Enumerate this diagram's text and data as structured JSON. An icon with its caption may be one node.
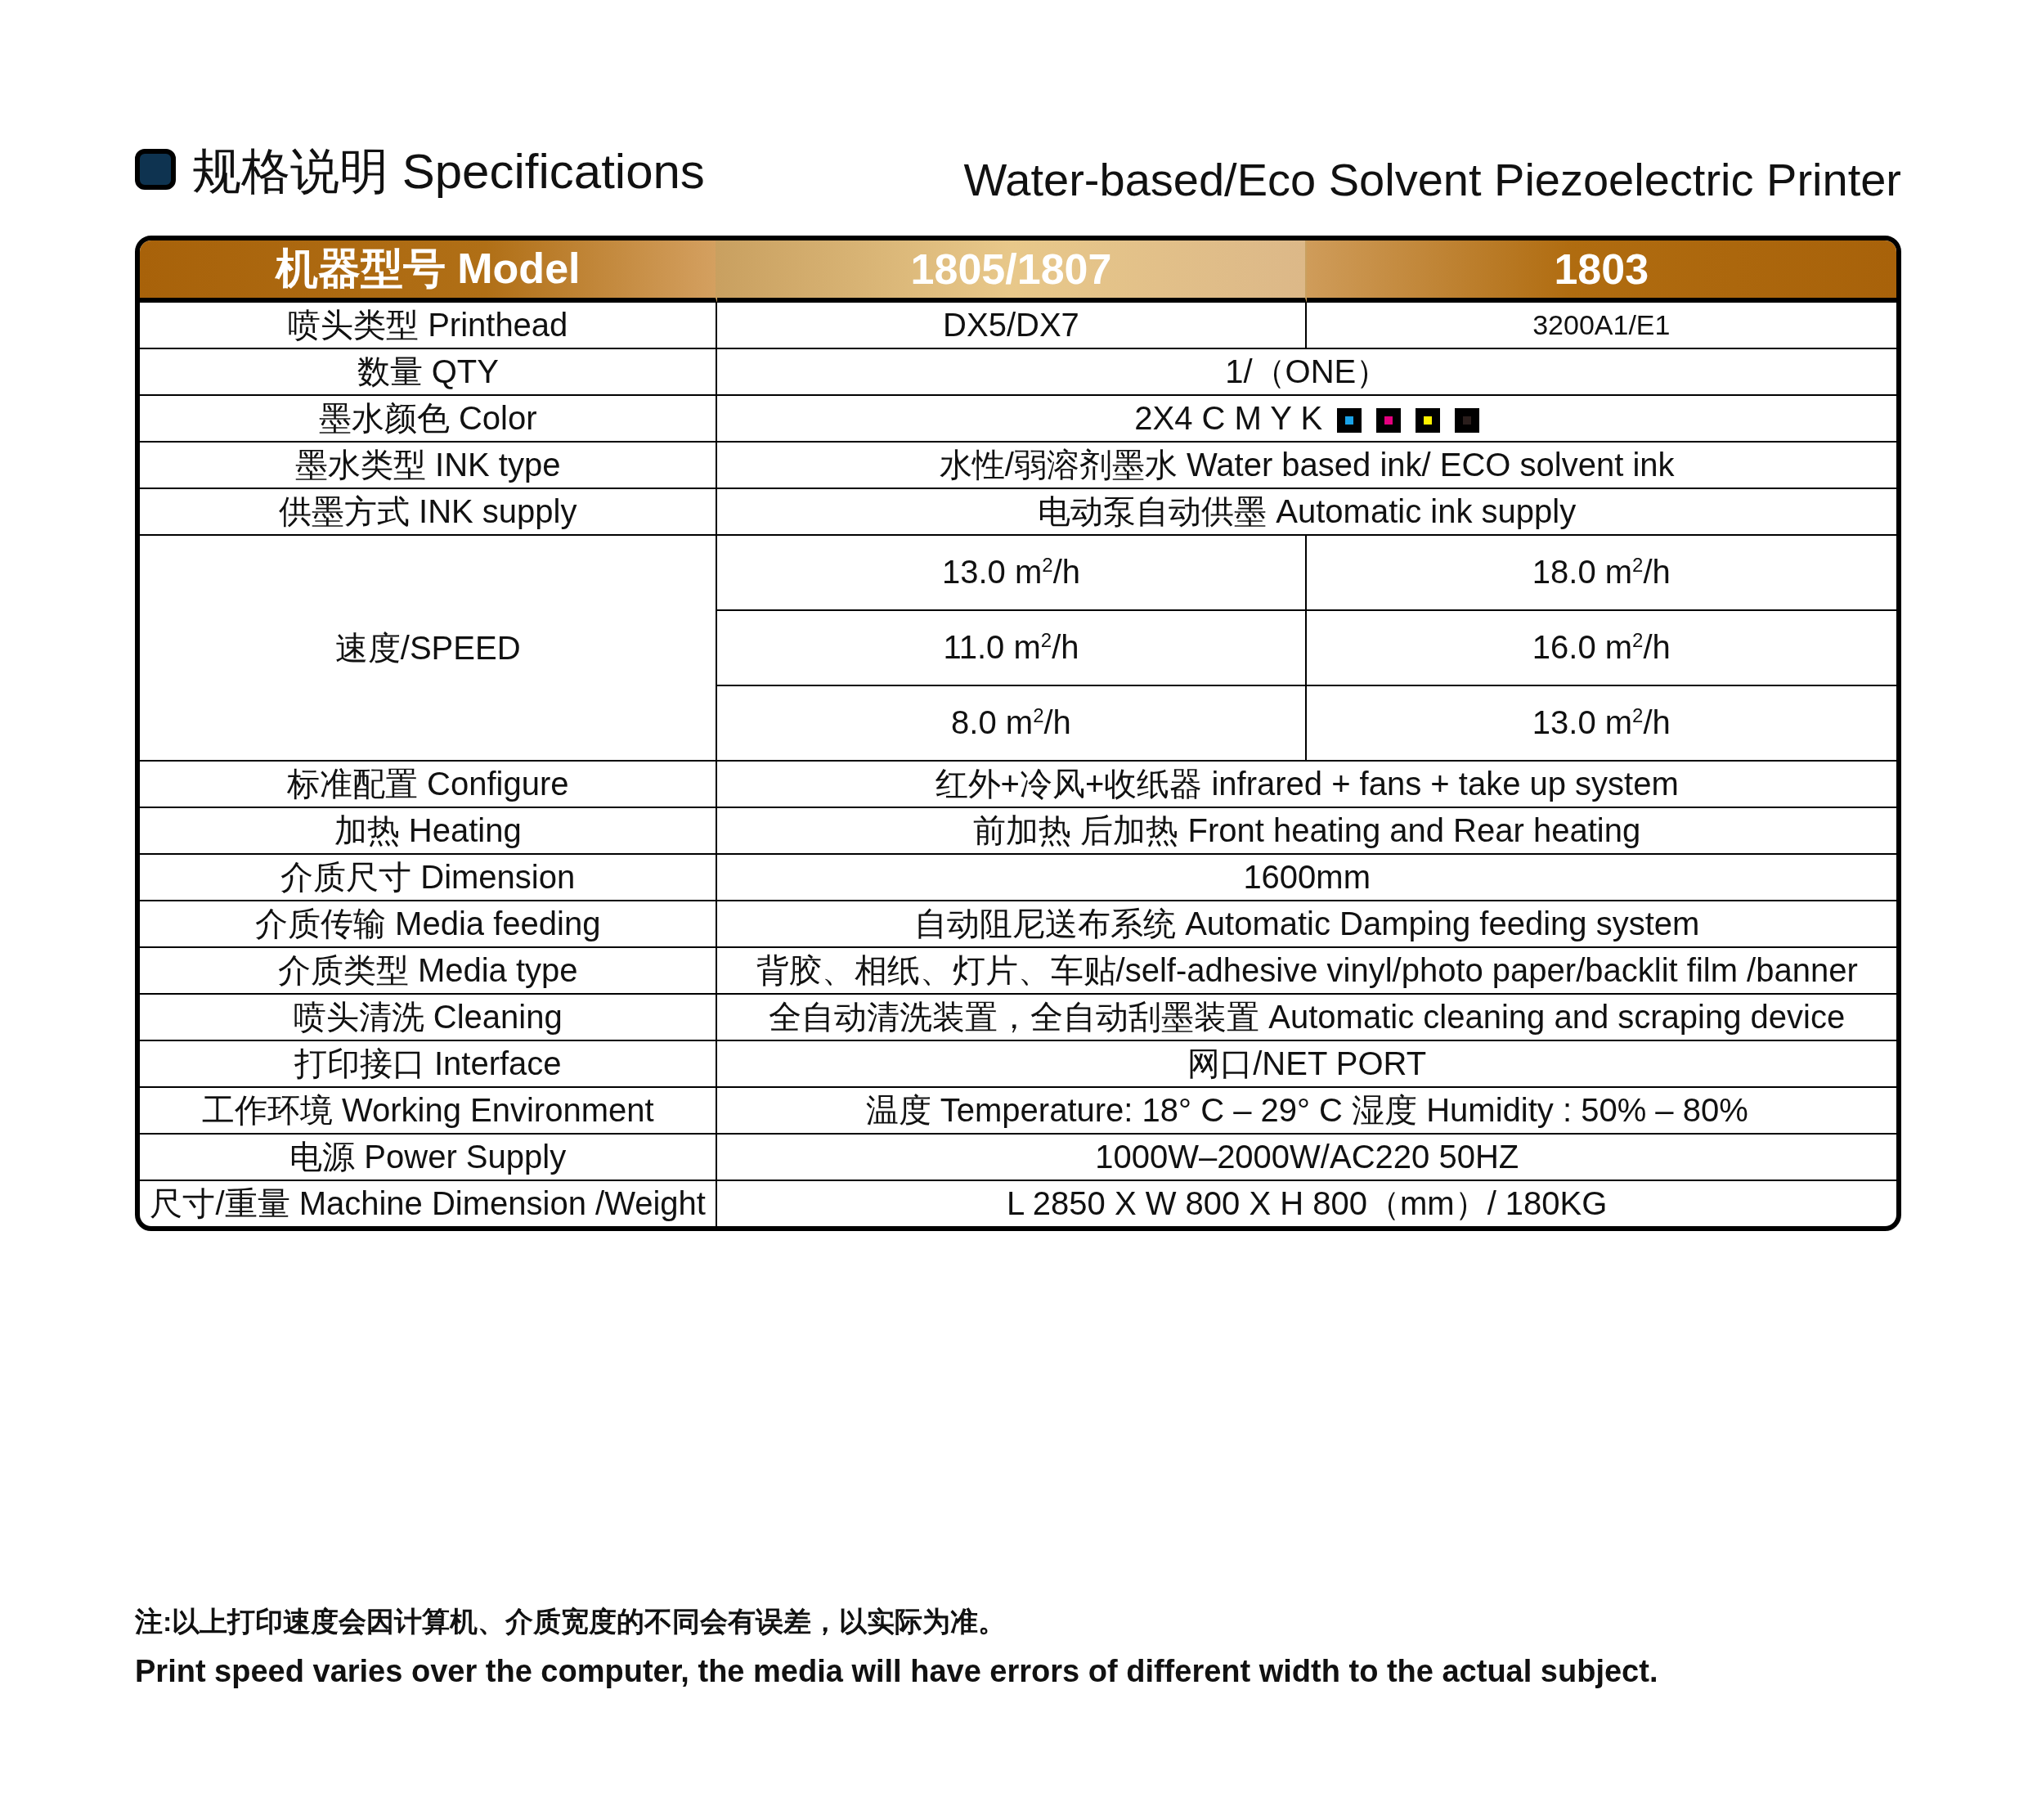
{
  "diagram": {
    "title": "规格说明 Specifications",
    "labels": [
      "Water-based/Eco Solvent Piezoelectric Printer",
      "机器型号 Model",
      "1805/1807",
      "1803",
      "喷头类型 Printhead",
      "DX5/DX7",
      "3200A1/E1",
      "数量 QTY",
      "1/（ONE）",
      "墨水颜色 Color",
      "2X4 C M Y K",
      "墨水类型 INK type",
      "水性/弱溶剂墨水 Water based ink/ ECO solvent ink",
      "供墨方式 INK supply",
      "电动泵自动供墨 Automatic ink supply",
      "速度/SPEED",
      "13.0 m$^{2}$/h",
      "18.0 m$^{2}$/h",
      "11.0 m$^{2}$/h",
      "16.0 m$^{2}$/h",
      "8.0 m$^{2}$/h",
      "13.0 m$^{2}$/h",
      "标准配置 Configure",
      "红外+冷风+收纸器  infrared + fans + take up system",
      "加热 Heating",
      "前加热  后加热  Front heating and Rear heating",
      "介质尺寸 Dimension",
      "1600mm",
      "介质传输 Media feeding",
      "自动阻尼送布系统  Automatic Damping feeding system",
      "介质类型 Media type",
      "背胶、相纸、灯片、车贴/self-adhesive vinyl/photo paper/backlit film /banner",
      "喷头清洗 Cleaning",
      "全自动清洗装置，全自动刮墨装置 Automatic cleaning and scraping device",
      "打印接口 Interface",
      "网口/NET PORT",
      "工作环境 Working Environment",
      "温度 Temperature: 18° C – 29° C  湿度 Humidity : 50% – 80%",
      "电源 Power Supply",
      "1000W–2000W/AC220 50HZ",
      "尺寸/重量 Machine Dimension /Weight",
      "L 2850  X W 800  X H 800（mm）/ 180KG",
      "注:以上打印速度会因计算机、介质宽度的不同会有误差，以实际为准。",
      "Print speed varies over the computer, the media will have errors of different width to the actual subject."
    ]
  }
}
